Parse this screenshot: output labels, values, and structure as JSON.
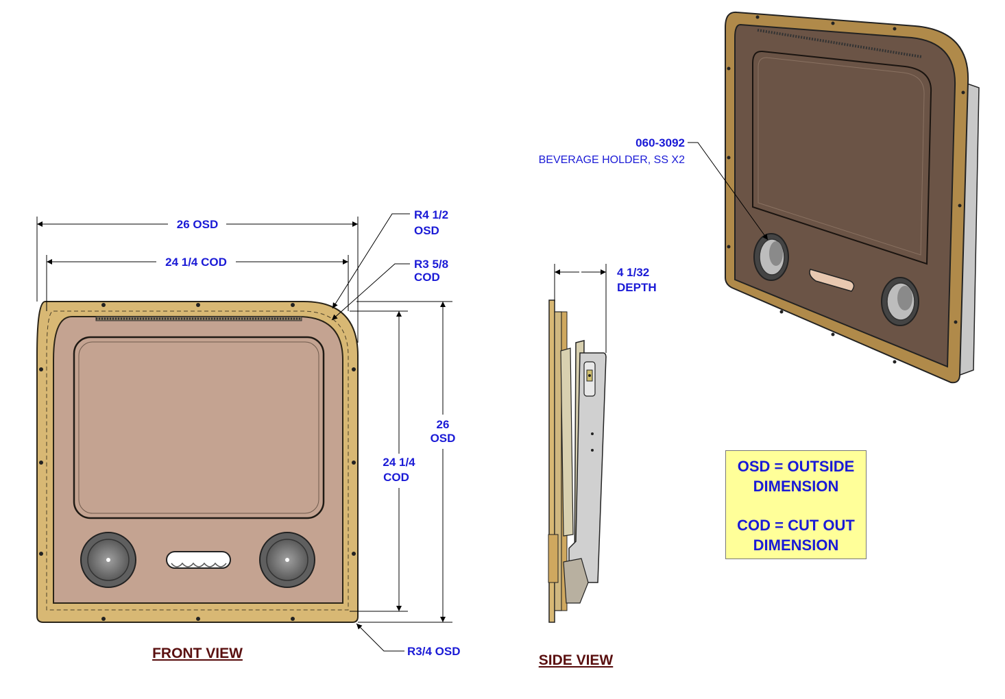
{
  "views": {
    "front_title": "FRONT VIEW",
    "side_title": "SIDE VIEW"
  },
  "front_dims": {
    "width_outside": "26 OSD",
    "width_cutout": "24 1/4 COD",
    "radius_outside_l1": "R4 1/2",
    "radius_outside_l2": "OSD",
    "radius_cutout_l1": "R3 5/8",
    "radius_cutout_l2": "COD",
    "height_outside_l1": "26",
    "height_outside_l2": "OSD",
    "height_cutout_l1": "24 1/4",
    "height_cutout_l2": "COD",
    "corner_radius": "R3/4 OSD"
  },
  "side_dims": {
    "depth_l1": "4 1/32",
    "depth_l2": "DEPTH"
  },
  "callout": {
    "part_number": "060-3092",
    "description": "BEVERAGE HOLDER, SS X2"
  },
  "legend": {
    "line1": "OSD = OUTSIDE",
    "line2": "DIMENSION",
    "line3": "COD = CUT OUT",
    "line4": "DIMENSION"
  },
  "colors": {
    "frame": "#d8b874",
    "panel": "#c4a391",
    "panel_iso": "#6b5446",
    "dimension_text": "#1a1ad6",
    "title_text": "#5a1010",
    "legend_bg": "#ffff99"
  }
}
